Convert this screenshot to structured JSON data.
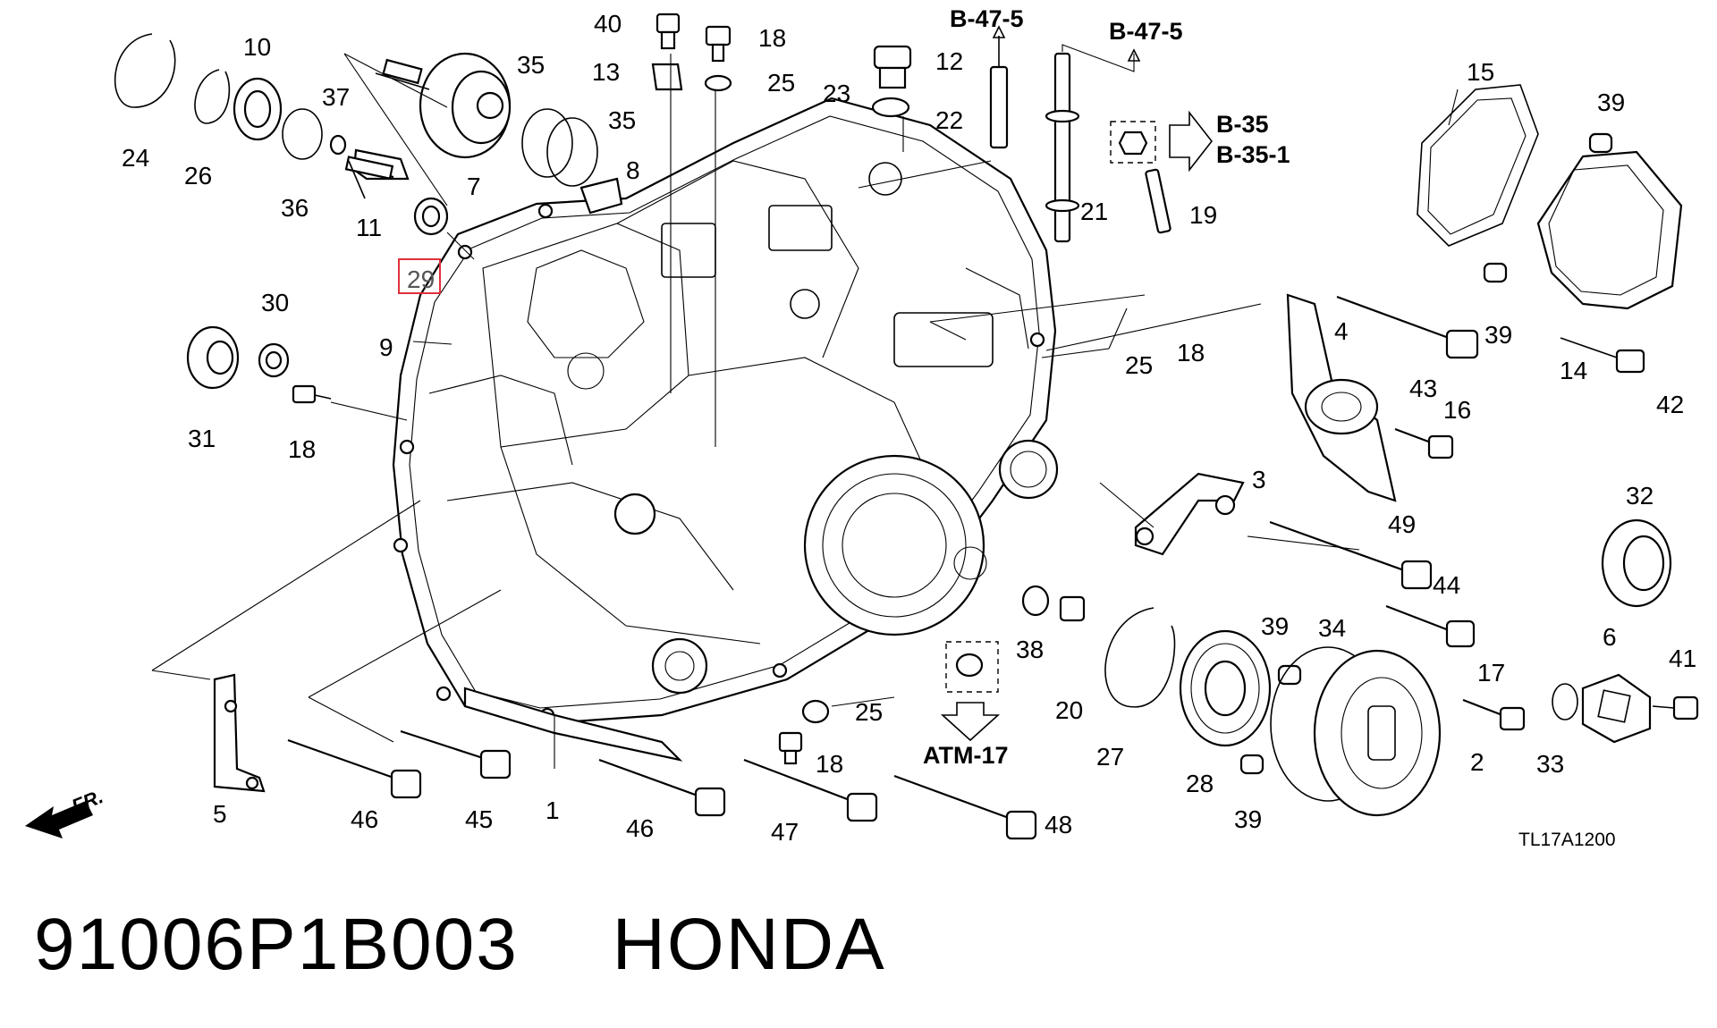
{
  "caption": {
    "part_number": "91006P1B003",
    "brand": "HONDA"
  },
  "diagram": {
    "code": "TL17A1200",
    "direction_label": "FR.",
    "highlighted_part": "29",
    "refs": {
      "b47_left": "B-47-5",
      "b47_right": "B-47-5",
      "b35": "B-35",
      "b35_1": "B-35-1",
      "atm17": "ATM-17"
    },
    "callouts": {
      "c1": "1",
      "c2": "2",
      "c3": "3",
      "c4": "4",
      "c5": "5",
      "c6": "6",
      "c7": "7",
      "c8": "8",
      "c9": "9",
      "c10": "10",
      "c11": "11",
      "c12": "12",
      "c13": "13",
      "c14": "14",
      "c15": "15",
      "c16": "16",
      "c17": "17",
      "c18a": "18",
      "c18b": "18",
      "c18c": "18",
      "c18d": "18",
      "c19": "19",
      "c20": "20",
      "c21": "21",
      "c22": "22",
      "c23": "23",
      "c24": "24",
      "c25a": "25",
      "c25b": "25",
      "c25c": "25",
      "c26": "26",
      "c27": "27",
      "c28": "28",
      "c29": "29",
      "c30": "30",
      "c31": "31",
      "c32": "32",
      "c33": "33",
      "c34": "34",
      "c35a": "35",
      "c35b": "35",
      "c36": "36",
      "c37": "37",
      "c38": "38",
      "c39a": "39",
      "c39b": "39",
      "c39c": "39",
      "c39d": "39",
      "c40": "40",
      "c41": "41",
      "c42": "42",
      "c43": "43",
      "c44": "44",
      "c45": "45",
      "c46a": "46",
      "c46b": "46",
      "c47": "47",
      "c48": "48",
      "c49": "49"
    }
  }
}
